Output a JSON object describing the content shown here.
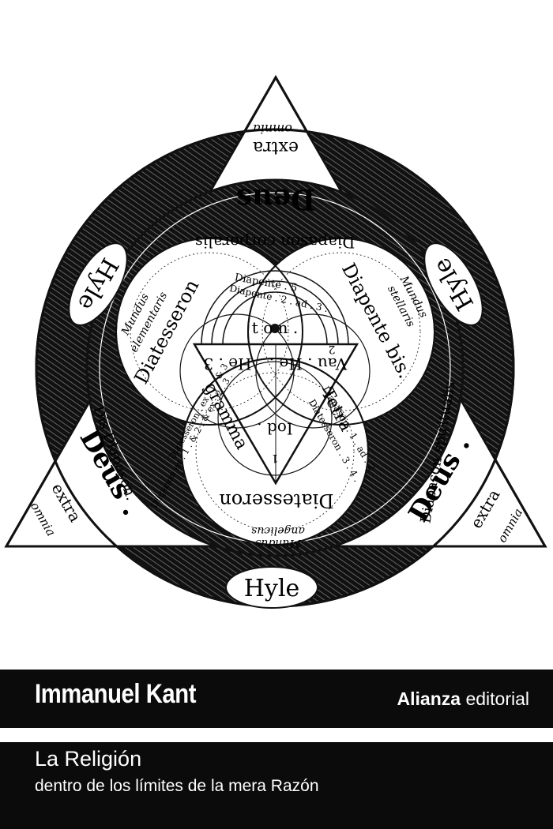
{
  "cover": {
    "author": "Immanuel Kant",
    "publisher_bold": "Alianza",
    "publisher_light": "editorial",
    "title": "La Religión",
    "subtitle": "dentro de los límites de la mera Razón"
  },
  "diagram": {
    "deus": "Deus",
    "deus_dot": "Deus .",
    "hyle": "Hyle",
    "extra": "extra",
    "omnia": "omnia",
    "diapason_corporalis": "Diapason corporalis",
    "diapason_spiritualis": "Diapason spiritualis",
    "dis_diapason": "Dis Diapason.",
    "diatesseron": "Diatesseron",
    "diapente_bis": "Diapente bis.",
    "mundus_elementaris_1": "Mundus",
    "mundus_elementaris_2": "elementaris",
    "mundus_stellaris_1": "Mundus",
    "mundus_stellaris_2": "stellaris",
    "mundus_angelicus_1": "Mundus",
    "mundus_angelicus_2": "angelicus",
    "diapente_1": "Diapente . 5",
    "diapente_2": "Diapente . 2 . ad . 3 .",
    "ton": "t o n .",
    "vau_he": "Vau . He .",
    "he": "He . 3",
    "num_2": "2",
    "num_3": "3",
    "num_1": "1",
    "iod": "Iod .",
    "tetra": "Tetra",
    "gramma": "gramma",
    "diapason_1ad2": "Diapason . 1 . ad . 2 .",
    "diatesseron_3_4": "Diatesseron . 3 . 4 .",
    "diatesseron_ex": "Diatesseron . ex . 1 . & 3 .",
    "diapason_ex": "Diapason ex . 1 . & 2 . & ex . 2 . 3 ."
  }
}
